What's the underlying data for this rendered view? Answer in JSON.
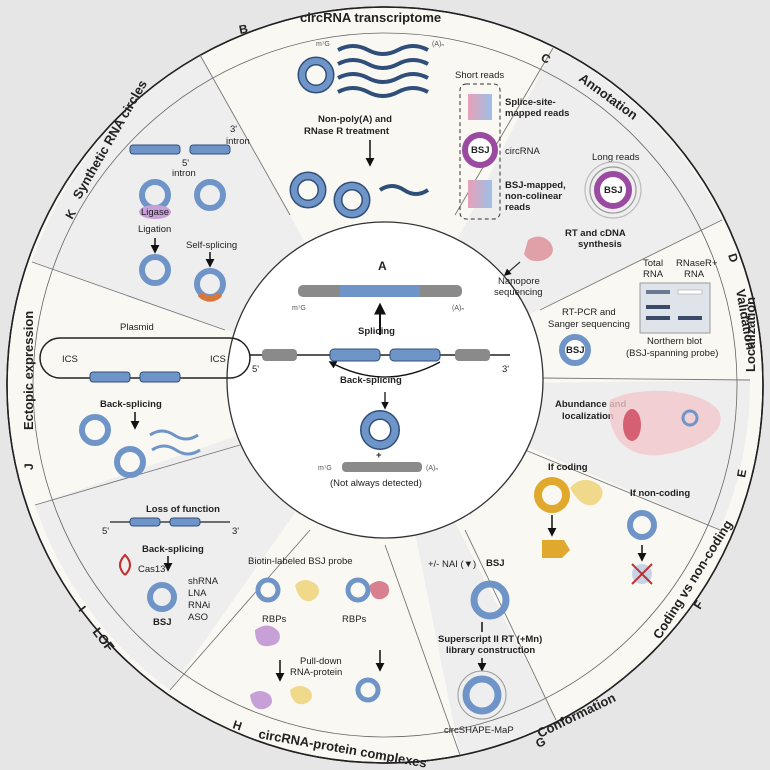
{
  "colors": {
    "background": "#e6e6e6",
    "panel_light": "#faf8f2",
    "panel_gray": "#eeeeee",
    "circle_blue": "#6f95c8",
    "circle_dark": "#2f4f7a",
    "pink": "#c8587c",
    "purple": "#9a4aa0",
    "orange": "#d9763a",
    "yellow": "#f0d98a",
    "gold": "#e0a82c",
    "red": "#c03030",
    "green": "#6aa84f"
  },
  "sections": {
    "A": {
      "letter": "A",
      "splicing": "Splicing",
      "back_splicing": "Back-splicing",
      "not_detected": "(Not always detected)",
      "m7g": "m⁷G",
      "polya": "(A)ₙ",
      "five": "5'",
      "three": "3'",
      "plus": "+"
    },
    "B": {
      "letter": "B",
      "title": "circRNA transcriptome",
      "line1": "Non-poly(A) and",
      "line2": "RNase R treatment",
      "m7g": "m⁷G",
      "polya": "(A)ₙ"
    },
    "C": {
      "letter": "C",
      "title": "Annotation",
      "short_reads": "Short reads",
      "splice_site_1": "Splice-site-",
      "splice_site_2": "mapped reads",
      "circrna": "circRNA",
      "bsj": "BSJ",
      "bsj_mapped_1": "BSJ-mapped,",
      "bsj_mapped_2": "non-colinear",
      "bsj_mapped_3": "reads",
      "long_reads": "Long reads",
      "rt_1": "RT and cDNA",
      "rt_2": "synthesis",
      "nano_1": "Nanopore",
      "nano_2": "sequencing"
    },
    "D": {
      "letter": "D",
      "title": "Validation",
      "total_1": "Total",
      "total_2": "RNA",
      "rnaser_1": "RNaseR+",
      "rnaser_2": "RNA",
      "rtpcr_1": "RT-PCR and",
      "rtpcr_2": "Sanger sequencing",
      "bsj": "BSJ",
      "northern_1": "Northern blot",
      "northern_2": "(BSJ-spanning probe)"
    },
    "E": {
      "letter": "E",
      "title": "Localization",
      "abund_1": "Abundance and",
      "abund_2": "localization"
    },
    "F": {
      "letter": "F",
      "title": "Coding vs non-coding",
      "coding": "If coding",
      "noncoding": "If non-coding"
    },
    "G": {
      "letter": "G",
      "title": "Conformation",
      "nai": "+/- NAI (▼)",
      "bsj": "BSJ",
      "ss_1": "Superscript II RT (+Mn)",
      "ss_2": "library construction",
      "shape": "circSHAPE-MaP"
    },
    "H": {
      "letter": "H",
      "title": "circRNA-protein complexes",
      "probe": "Biotin-labeled BSJ probe",
      "rbps": "RBPs",
      "rbps2": "RBPs",
      "pull_1": "Pull-down",
      "pull_2": "RNA-protein"
    },
    "I": {
      "letter": "I",
      "title": "LOF",
      "loss": "Loss of function",
      "back": "Back-splicing",
      "cas13": "Cas13",
      "bsj": "BSJ",
      "shrna": "shRNA",
      "lna": "LNA",
      "rnai": "RNAi",
      "aso": "ASO",
      "five": "5'",
      "three": "3'"
    },
    "J": {
      "letter": "J",
      "title": "Ectopic expression",
      "plasmid": "Plasmid",
      "ics_l": "ICS",
      "ics_r": "ICS",
      "back": "Back-splicing"
    },
    "K": {
      "letter": "K",
      "title": "Synthetic RNA circles",
      "three": "3'",
      "intron_r": "intron",
      "five": "5'",
      "intron_l": "intron",
      "ligase": "Ligase",
      "ligation": "Ligation",
      "self": "Self-splicing"
    }
  }
}
